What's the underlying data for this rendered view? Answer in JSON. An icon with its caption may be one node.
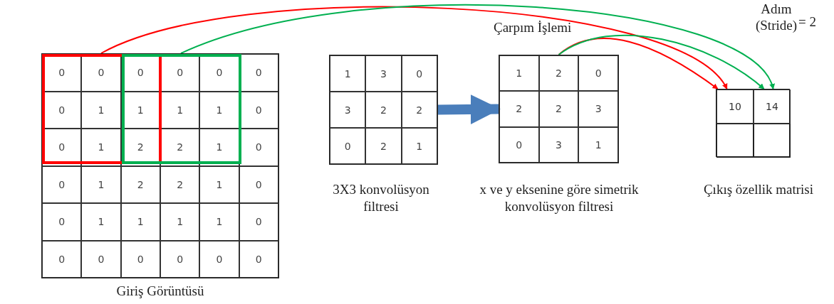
{
  "diagram": {
    "nodes": [
      {
        "text": [],
        "shape": "box",
        "beside": [
          "Giriş Görüntüsü"
        ]
      },
      {
        "text": [],
        "shape": "box",
        "in": 0
      },
      {
        "text": [],
        "shape": "box",
        "in": 0
      },
      {
        "text": [],
        "shape": "box",
        "beside": [
          "3X3 konvolüsyon filtresi"
        ]
      },
      {
        "text": [],
        "shape": "box",
        "beside": [
          "x ve y eksenine göre simetrik konvolüsyon filtresi"
        ]
      },
      {
        "text": [],
        "shape": "box",
        "beside": [
          "Çıkış özellik matrisi"
        ]
      },
      {
        "text": [
          "10"
        ],
        "in": 5
      },
      {
        "text": [
          "14"
        ],
        "in": 5
      },
      {
        "text": [],
        "shape": "box",
        "in": 5
      },
      {
        "text": [],
        "shape": "box",
        "in": 5
      }
    ],
    "edges": [
      {
        "from": 1,
        "to": 6,
        "arrow": "to",
        "color": "#ff0000"
      },
      {
        "from": 2,
        "to": 7,
        "arrow": "to",
        "color": "#00b050"
      },
      {
        "from": 4,
        "to": 6,
        "arrow": "to",
        "color": "#ff0000"
      },
      {
        "from": 4,
        "to": 7,
        "arrow": "to",
        "color": "#00b050"
      },
      {
        "from": 3,
        "to": 4,
        "arrow": "to",
        "style": "thick",
        "color": "#4a7ebb"
      }
    ],
    "labels": [
      "Adım (Stride)",
      "= 2",
      "Çarpım İşlemi",
      "0",
      "0",
      "0",
      "0",
      "0",
      "0",
      "0",
      "1",
      "1",
      "1",
      "1",
      "0",
      "0",
      "1",
      "2",
      "2",
      "1",
      "0",
      "0",
      "1",
      "2",
      "2",
      "1",
      "0",
      "0",
      "1",
      "1",
      "1",
      "1",
      "0",
      "0",
      "0",
      "0",
      "0",
      "0",
      "0",
      "1",
      "3",
      "0",
      "3",
      "2",
      "2",
      "0",
      "2",
      "1",
      "1",
      "2",
      "0",
      "2",
      "2",
      "3",
      "0",
      "3",
      "1"
    ]
  }
}
